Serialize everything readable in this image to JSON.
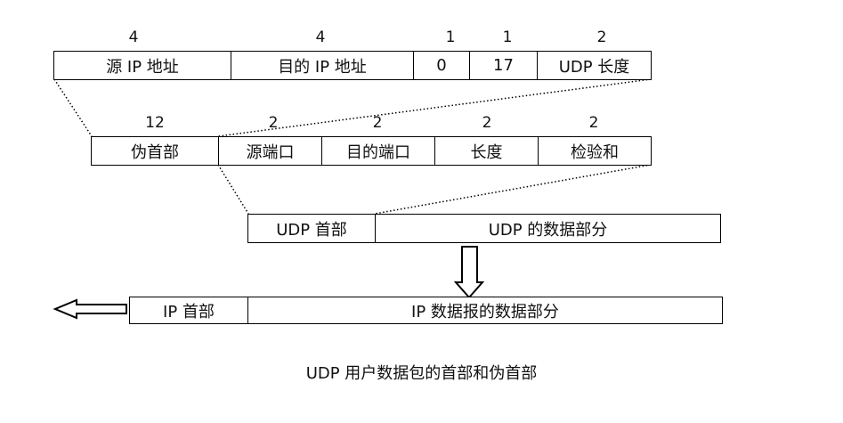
{
  "pseudo_header": {
    "sizes": [
      "4",
      "4",
      "1",
      "1",
      "2"
    ],
    "fields": [
      "源 IP 地址",
      "目的 IP 地址",
      "0",
      "17",
      "UDP 长度"
    ]
  },
  "udp_header": {
    "sizes": [
      "12",
      "2",
      "2",
      "2",
      "2"
    ],
    "fields": [
      "伪首部",
      "源端口",
      "目的端口",
      "长度",
      "检验和"
    ]
  },
  "udp_datagram": {
    "header": "UDP 首部",
    "data": "UDP 的数据部分"
  },
  "ip_datagram": {
    "header": "IP 首部",
    "data": "IP 数据报的数据部分"
  },
  "caption": "UDP 用户数据包的首部和伪首部",
  "colors": {
    "line": "#000000",
    "arrow_fill": "#ffffff"
  },
  "icons": {
    "down_arrow": "hollow-down-arrow-icon",
    "left_arrow": "hollow-left-arrow-icon"
  }
}
